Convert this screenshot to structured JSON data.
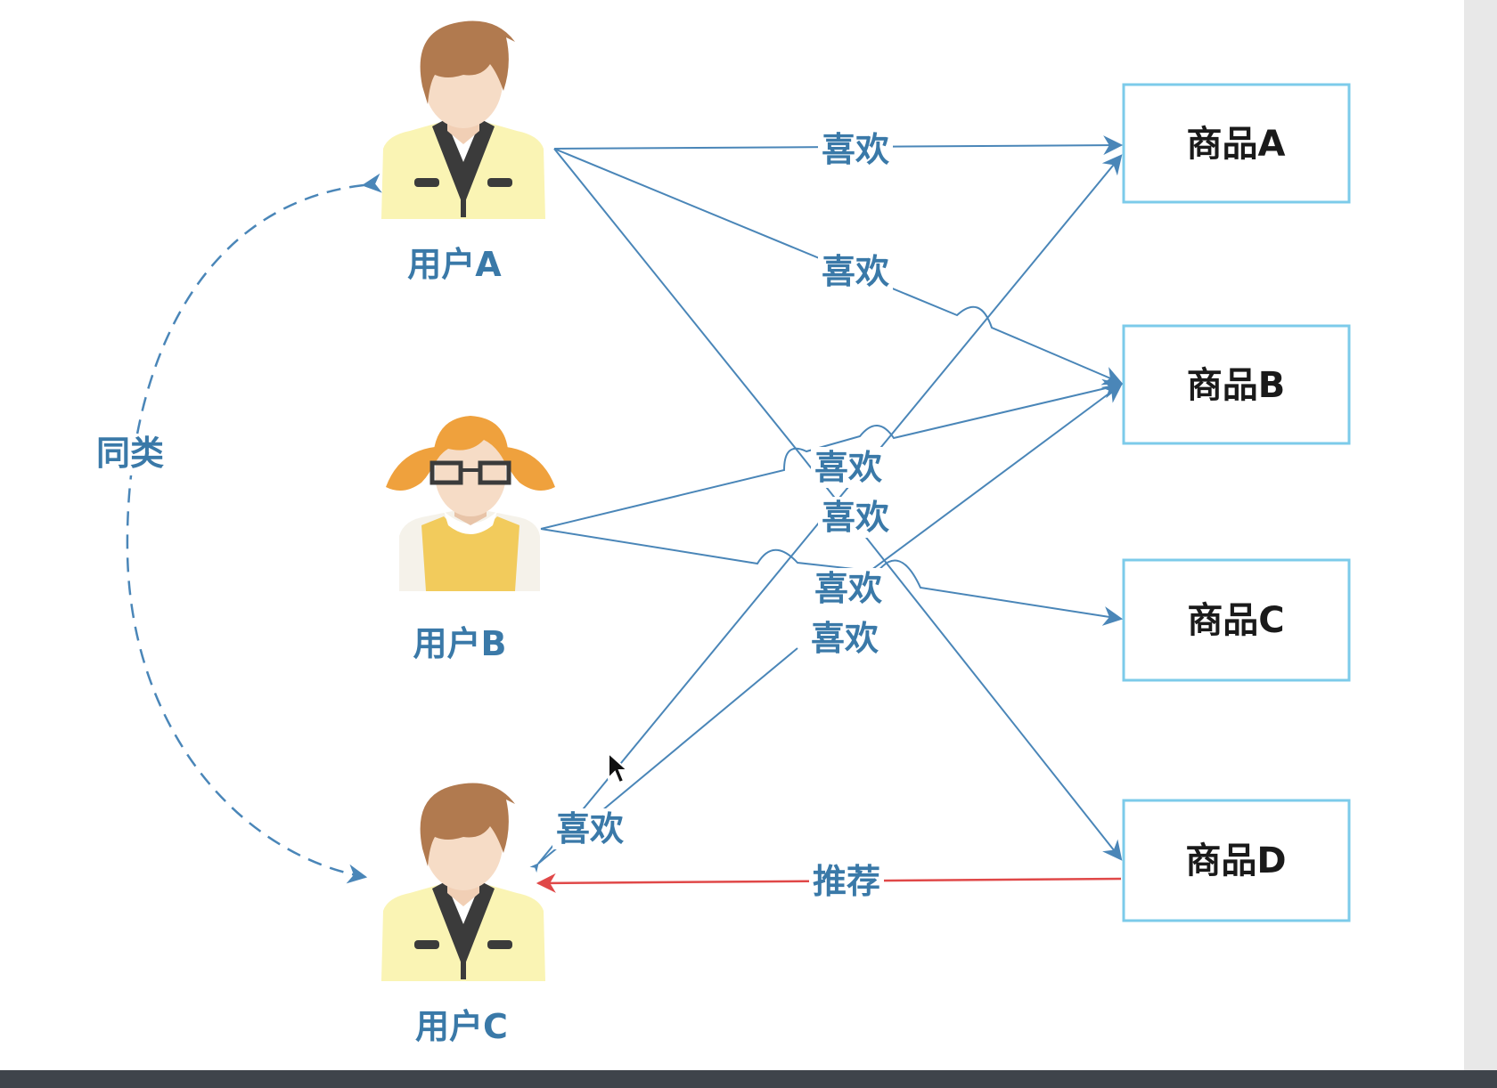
{
  "users": [
    {
      "key": "a",
      "label": "用户A",
      "icon": "male-user-icon"
    },
    {
      "key": "b",
      "label": "用户B",
      "icon": "female-user-icon"
    },
    {
      "key": "c",
      "label": "用户C",
      "icon": "male-user-icon"
    }
  ],
  "items": [
    {
      "key": "a",
      "label": "商品A"
    },
    {
      "key": "b",
      "label": "商品B"
    },
    {
      "key": "c",
      "label": "商品C"
    },
    {
      "key": "d",
      "label": "商品D"
    }
  ],
  "similar_label": "同类",
  "like_label": "喜欢",
  "recommend_label": "推荐",
  "colors": {
    "edge": "#4a86b8",
    "recommend": "#e04848",
    "item_border": "#7ccbea",
    "label": "#3a79a8"
  }
}
